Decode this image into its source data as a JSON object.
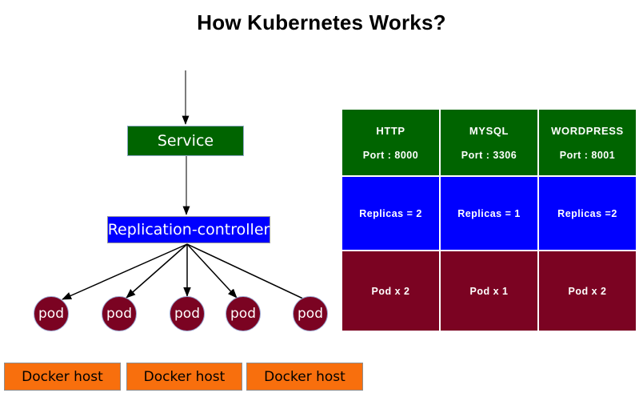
{
  "title": "How Kubernetes Works?",
  "nodes": {
    "service": "Service",
    "replication_controller": "Replication-controller",
    "pods": [
      "pod",
      "pod",
      "pod",
      "pod",
      "pod"
    ],
    "docker_hosts": [
      "Docker host",
      "Docker host",
      "Docker host"
    ]
  },
  "table": {
    "columns": [
      {
        "name": "HTTP",
        "port": "Port : 8000",
        "replicas": "Replicas = 2",
        "pods": "Pod x 2"
      },
      {
        "name": "MYSQL",
        "port": "Port : 3306",
        "replicas": "Replicas = 1",
        "pods": "Pod x 1"
      },
      {
        "name": "WORDPRESS",
        "port": "Port : 8001",
        "replicas": "Replicas =2",
        "pods": "Pod x 2"
      }
    ]
  },
  "colors": {
    "service_green": "#006400",
    "header_green": "#006400",
    "replication_blue": "#0000ff",
    "pod_maroon": "#7b0322",
    "docker_orange": "#f86f0d",
    "arrow_black": "#000000",
    "text_white": "#ffffff",
    "text_black": "#000000"
  },
  "icons": {
    "arrow_into_service": "down-arrow-icon",
    "arrow_service_to_rc": "down-arrow-icon",
    "arrows_rc_to_pods": "fan-out-arrows-icon"
  }
}
